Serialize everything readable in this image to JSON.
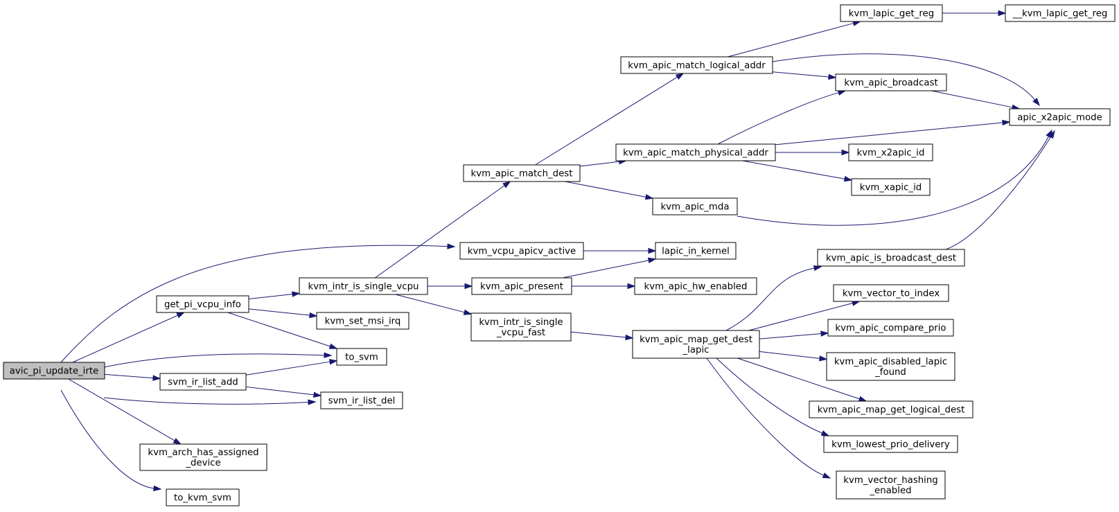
{
  "nodes": {
    "avic_pi_update_irte": [
      "avic_pi_update_irte"
    ],
    "get_pi_vcpu_info": [
      "get_pi_vcpu_info"
    ],
    "svm_ir_list_add": [
      "svm_ir_list_add"
    ],
    "kvm_arch_has_assigned_device": [
      "kvm_arch_has_assigned",
      "_device"
    ],
    "to_kvm_svm": [
      "to_kvm_svm"
    ],
    "to_svm": [
      "to_svm"
    ],
    "svm_ir_list_del": [
      "svm_ir_list_del"
    ],
    "kvm_intr_is_single_vcpu": [
      "kvm_intr_is_single_vcpu"
    ],
    "kvm_set_msi_irq": [
      "kvm_set_msi_irq"
    ],
    "kvm_vcpu_apicv_active": [
      "kvm_vcpu_apicv_active"
    ],
    "kvm_apic_match_dest": [
      "kvm_apic_match_dest"
    ],
    "kvm_apic_present": [
      "kvm_apic_present"
    ],
    "kvm_intr_is_single_vcpu_fast": [
      "kvm_intr_is_single",
      "_vcpu_fast"
    ],
    "kvm_apic_match_logical_addr": [
      "kvm_apic_match_logical_addr"
    ],
    "kvm_apic_match_physical_addr": [
      "kvm_apic_match_physical_addr"
    ],
    "kvm_apic_mda": [
      "kvm_apic_mda"
    ],
    "lapic_in_kernel": [
      "lapic_in_kernel"
    ],
    "kvm_apic_hw_enabled": [
      "kvm_apic_hw_enabled"
    ],
    "kvm_apic_map_get_dest_lapic": [
      "kvm_apic_map_get_dest",
      "_lapic"
    ],
    "kvm_lapic_get_reg": [
      "kvm_lapic_get_reg"
    ],
    "__kvm_lapic_get_reg": [
      "__kvm_lapic_get_reg"
    ],
    "kvm_apic_broadcast": [
      "kvm_apic_broadcast"
    ],
    "apic_x2apic_mode": [
      "apic_x2apic_mode"
    ],
    "kvm_x2apic_id": [
      "kvm_x2apic_id"
    ],
    "kvm_xapic_id": [
      "kvm_xapic_id"
    ],
    "kvm_apic_is_broadcast_dest": [
      "kvm_apic_is_broadcast_dest"
    ],
    "kvm_vector_to_index": [
      "kvm_vector_to_index"
    ],
    "kvm_apic_compare_prio": [
      "kvm_apic_compare_prio"
    ],
    "kvm_apic_disabled_lapic_found": [
      "kvm_apic_disabled_lapic",
      "_found"
    ],
    "kvm_apic_map_get_logical_dest": [
      "kvm_apic_map_get_logical_dest"
    ],
    "kvm_lowest_prio_delivery": [
      "kvm_lowest_prio_delivery"
    ],
    "kvm_vector_hashing_enabled": [
      "kvm_vector_hashing",
      "_enabled"
    ]
  },
  "root": "avic_pi_update_irte",
  "edges": [
    [
      "avic_pi_update_irte",
      "get_pi_vcpu_info"
    ],
    [
      "avic_pi_update_irte",
      "kvm_vcpu_apicv_active"
    ],
    [
      "avic_pi_update_irte",
      "to_svm"
    ],
    [
      "avic_pi_update_irte",
      "svm_ir_list_add"
    ],
    [
      "avic_pi_update_irte",
      "svm_ir_list_del"
    ],
    [
      "avic_pi_update_irte",
      "kvm_arch_has_assigned_device"
    ],
    [
      "avic_pi_update_irte",
      "to_kvm_svm"
    ],
    [
      "get_pi_vcpu_info",
      "kvm_intr_is_single_vcpu"
    ],
    [
      "get_pi_vcpu_info",
      "kvm_set_msi_irq"
    ],
    [
      "get_pi_vcpu_info",
      "to_svm"
    ],
    [
      "svm_ir_list_add",
      "to_svm"
    ],
    [
      "svm_ir_list_add",
      "svm_ir_list_del"
    ],
    [
      "kvm_intr_is_single_vcpu",
      "kvm_apic_match_dest"
    ],
    [
      "kvm_intr_is_single_vcpu",
      "kvm_apic_present"
    ],
    [
      "kvm_intr_is_single_vcpu",
      "kvm_intr_is_single_vcpu_fast"
    ],
    [
      "kvm_vcpu_apicv_active",
      "lapic_in_kernel"
    ],
    [
      "kvm_apic_present",
      "lapic_in_kernel"
    ],
    [
      "kvm_apic_present",
      "kvm_apic_hw_enabled"
    ],
    [
      "kvm_intr_is_single_vcpu_fast",
      "kvm_apic_map_get_dest_lapic"
    ],
    [
      "kvm_apic_match_dest",
      "kvm_apic_match_logical_addr"
    ],
    [
      "kvm_apic_match_dest",
      "kvm_apic_match_physical_addr"
    ],
    [
      "kvm_apic_match_dest",
      "kvm_apic_mda"
    ],
    [
      "kvm_apic_match_logical_addr",
      "kvm_lapic_get_reg"
    ],
    [
      "kvm_apic_match_logical_addr",
      "kvm_apic_broadcast"
    ],
    [
      "kvm_apic_match_logical_addr",
      "apic_x2apic_mode"
    ],
    [
      "kvm_lapic_get_reg",
      "__kvm_lapic_get_reg"
    ],
    [
      "kvm_apic_match_physical_addr",
      "kvm_apic_broadcast"
    ],
    [
      "kvm_apic_match_physical_addr",
      "apic_x2apic_mode"
    ],
    [
      "kvm_apic_match_physical_addr",
      "kvm_x2apic_id"
    ],
    [
      "kvm_apic_match_physical_addr",
      "kvm_xapic_id"
    ],
    [
      "kvm_apic_broadcast",
      "apic_x2apic_mode"
    ],
    [
      "kvm_apic_mda",
      "apic_x2apic_mode"
    ],
    [
      "kvm_apic_map_get_dest_lapic",
      "kvm_apic_is_broadcast_dest"
    ],
    [
      "kvm_apic_map_get_dest_lapic",
      "kvm_vector_to_index"
    ],
    [
      "kvm_apic_map_get_dest_lapic",
      "kvm_apic_compare_prio"
    ],
    [
      "kvm_apic_map_get_dest_lapic",
      "kvm_apic_disabled_lapic_found"
    ],
    [
      "kvm_apic_map_get_dest_lapic",
      "kvm_apic_map_get_logical_dest"
    ],
    [
      "kvm_apic_map_get_dest_lapic",
      "kvm_lowest_prio_delivery"
    ],
    [
      "kvm_apic_map_get_dest_lapic",
      "kvm_vector_hashing_enabled"
    ],
    [
      "kvm_apic_is_broadcast_dest",
      "apic_x2apic_mode"
    ]
  ],
  "colors": {
    "edge": "#191970",
    "node_fill": "#ffffff",
    "root_fill": "#bfbfbf",
    "node_border": "#000000"
  }
}
